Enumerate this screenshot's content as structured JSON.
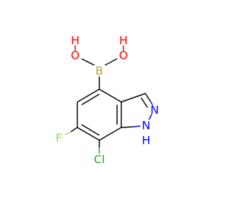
{
  "molecule": {
    "atoms": {
      "B": {
        "symbol": "B",
        "color": "#b5a642"
      },
      "O1": {
        "symbol": "O",
        "color": "#ff0000"
      },
      "H1": {
        "symbol": "H",
        "color": "#ff0000"
      },
      "O2": {
        "symbol": "O",
        "color": "#ff0000"
      },
      "H2": {
        "symbol": "H",
        "color": "#ff0000"
      },
      "N2": {
        "symbol": "N",
        "color": "#0000ff"
      },
      "N1": {
        "symbol": "N",
        "color": "#0000ff"
      },
      "H_N1": {
        "symbol": "H",
        "color": "#0000ff"
      },
      "F": {
        "symbol": "F",
        "color": "#90e050"
      },
      "Cl": {
        "symbol": "Cl",
        "color": "#1fb01f"
      }
    },
    "bond_color": "#000000"
  }
}
